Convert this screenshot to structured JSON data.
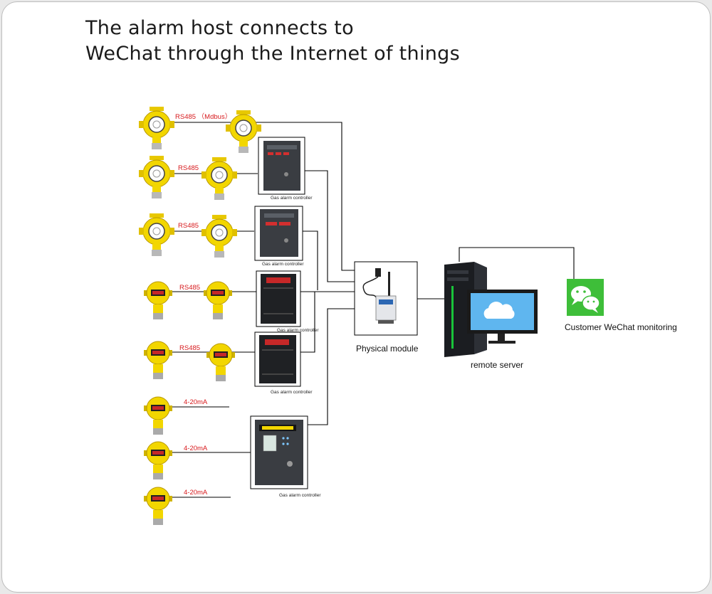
{
  "title": {
    "line1": "The alarm host connects to",
    "line2": "WeChat through the Internet of things"
  },
  "signals": {
    "rs485_mdbus": "RS485 （Mdbus）",
    "rs485": "RS485",
    "ma": "4-20mA"
  },
  "controller_label": "Gas alarm controller",
  "module_label": "Physical module",
  "server_label": "remote server",
  "wechat_label": "Customer WeChat monitoring",
  "colors": {
    "detector_yellow": "#f2d600",
    "signal_red": "#d7191c",
    "wechat_green": "#3ebe39",
    "cloud_blue": "#2e74c9"
  }
}
